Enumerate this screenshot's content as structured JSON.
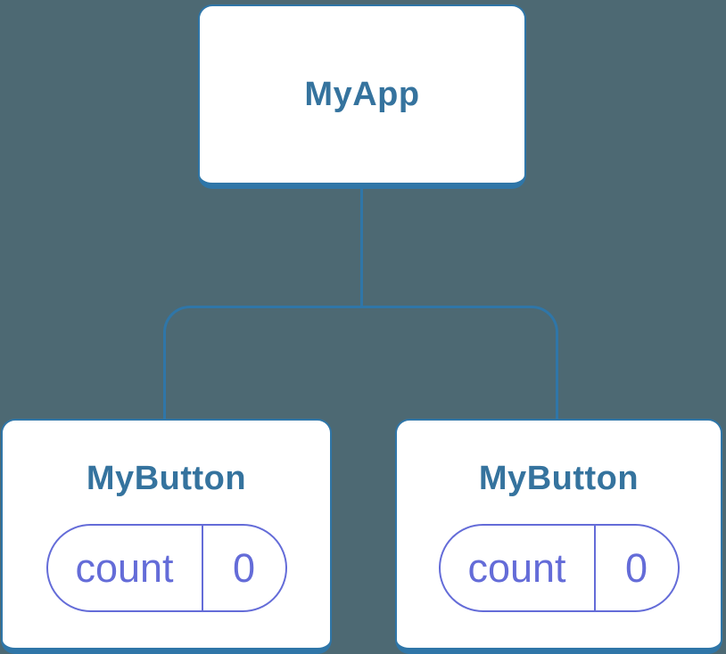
{
  "colors": {
    "bg": "#4d6973",
    "blue": "#2f76a8",
    "title": "#35739e",
    "purple": "#646cd8",
    "card_bg": "#ffffff"
  },
  "tree": {
    "root": {
      "label": "MyApp"
    },
    "children": [
      {
        "label": "MyButton",
        "state": {
          "name": "count",
          "value": "0"
        }
      },
      {
        "label": "MyButton",
        "state": {
          "name": "count",
          "value": "0"
        }
      }
    ]
  }
}
